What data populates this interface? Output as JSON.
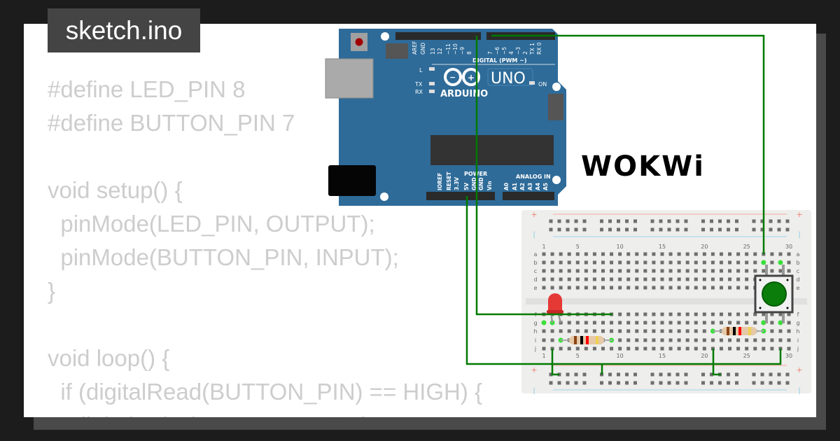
{
  "file_tab": {
    "title": "sketch.ino"
  },
  "code_lines": [
    "#define LED_PIN 8",
    "#define BUTTON_PIN 7",
    "",
    "void setup() {",
    "  pinMode(LED_PIN, OUTPUT);",
    "  pinMode(BUTTON_PIN, INPUT);",
    "}",
    "",
    "void loop() {",
    "  if (digitalRead(BUTTON_PIN) == HIGH) {",
    "    digitalWrite(LED_PIN, HIGH);"
  ],
  "arduino": {
    "brand": "ARDUINO",
    "model": "UNO",
    "digital_label": "DIGITAL (PWM ~)",
    "power_label": "POWER",
    "analog_label": "ANALOG IN",
    "led_labels": [
      "L",
      "TX",
      "RX",
      "ON"
    ],
    "digital_pins": [
      "AREF",
      "GND",
      "13",
      "12",
      "~11",
      "~10",
      "~9",
      "8",
      "7",
      "~6",
      "~5",
      "4",
      "~3",
      "2",
      "TX 1",
      "RX 0"
    ],
    "power_pins": [
      "IOREF",
      "RESET",
      "3.3V",
      "5V",
      "GND",
      "GND",
      "Vin"
    ],
    "analog_pins": [
      "A0",
      "A1",
      "A2",
      "A3",
      "A4",
      "A5"
    ]
  },
  "breadboard": {
    "column_numbers": [
      "1",
      "5",
      "10",
      "15",
      "20",
      "25",
      "30"
    ],
    "rows_top": [
      "a",
      "b",
      "c",
      "d",
      "e"
    ],
    "rows_bottom": [
      "f",
      "g",
      "h",
      "i",
      "j"
    ],
    "plus": "+",
    "minus": "|"
  },
  "colors": {
    "wire": "#007a00",
    "board": "#2b6a9a",
    "led": "#e53935",
    "button": "#0a7d0a"
  },
  "logo": "WOKWi"
}
